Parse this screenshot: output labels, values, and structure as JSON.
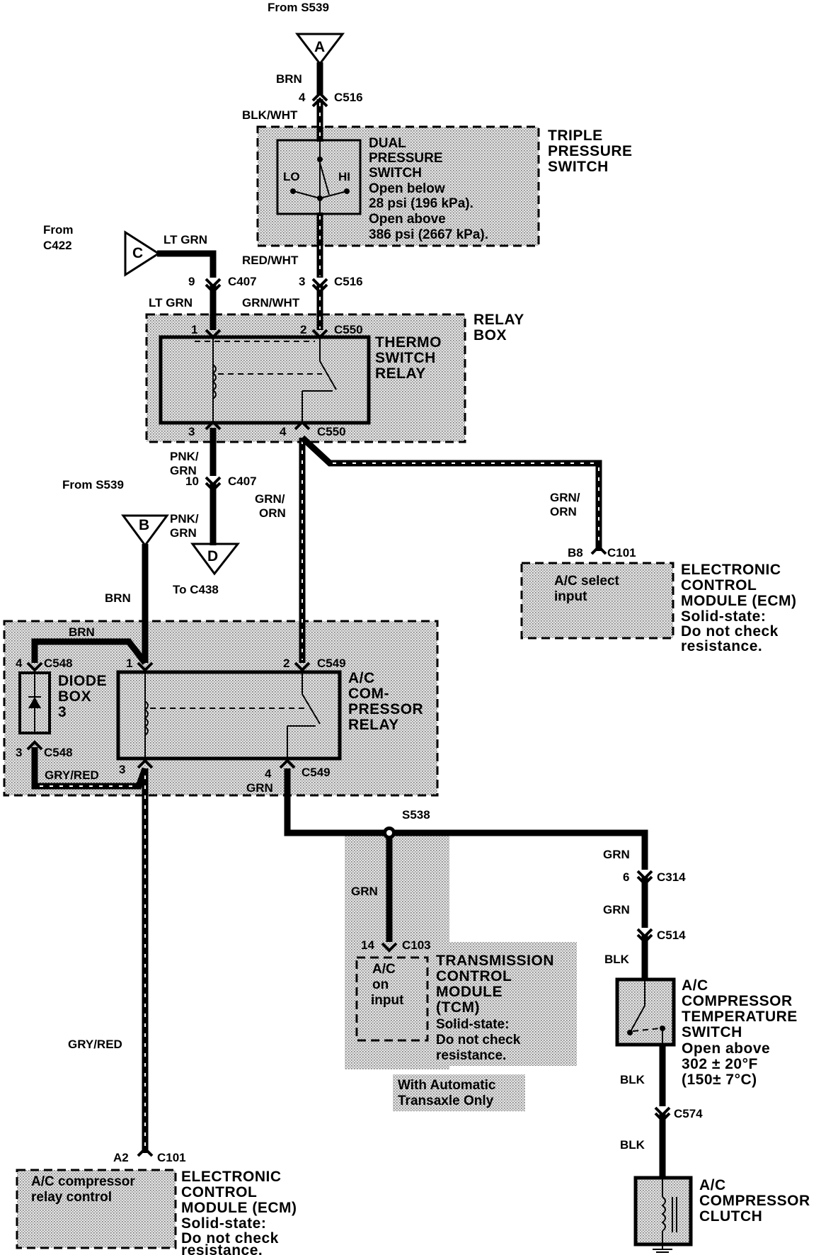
{
  "from_top": "From   S539",
  "from_c422_line1": "From",
  "from_c422_line2": "C422",
  "from_b": "From   S539",
  "to_c438": "To C438",
  "triangles": {
    "a": "A",
    "b": "B",
    "c": "C",
    "d": "D"
  },
  "wires": {
    "brn_top": "BRN",
    "blk_wht": "BLK/WHT",
    "lt_grn_c": "LT GRN",
    "red_wht": "RED/WHT",
    "lt_grn_relay": "LT GRN",
    "grn_wht": "GRN/WHT",
    "pnk_grn_1a": "PNK/",
    "pnk_grn_1b": "GRN",
    "pnk_grn_2a": "PNK/",
    "pnk_grn_2b": "GRN",
    "grn_orn_1a": "GRN/",
    "grn_orn_1b": "ORN",
    "grn_orn_2a": "GRN/",
    "grn_orn_2b": "ORN",
    "brn_b": "BRN",
    "brn_diode": "BRN",
    "gry_red_diode": "GRY/RED",
    "grn_relay": "GRN",
    "grn_tcm": "GRN",
    "grn_right_1": "GRN",
    "grn_right_2": "GRN",
    "blk_1": "BLK",
    "blk_2": "BLK",
    "blk_3": "BLK",
    "gry_red_long": "GRY/RED"
  },
  "connectors": {
    "c516_top": "C516",
    "c516_top_pin": "4",
    "c407_top": "C407",
    "c407_top_pin": "9",
    "c516_bot": "C516",
    "c516_bot_pin": "3",
    "c550_top": "C550",
    "c550_pin1": "1",
    "c550_pin2": "2",
    "c550_bot": "C550",
    "c550_pin3": "3",
    "c550_pin4": "4",
    "c407_bot": "C407",
    "c407_bot_pin": "10",
    "c101_ecm1": "C101",
    "c101_ecm1_pin": "B8",
    "c548_top": "C548",
    "c548_pin4": "4",
    "c548_bot": "C548",
    "c548_pin3": "3",
    "c549_top": "C549",
    "c549_pin1": "1",
    "c549_pin2": "2",
    "c549_bot": "C549",
    "c549_pin3": "3",
    "c549_pin4": "4",
    "s538": "S538",
    "c103": "C103",
    "c103_pin": "14",
    "c314": "C314",
    "c314_pin": "6",
    "c514": "C514",
    "c574": "C574",
    "c101_ecm2": "C101",
    "c101_ecm2_pin": "A2"
  },
  "triple_pressure_switch": [
    "TRIPLE",
    "PRESSURE",
    "SWITCH"
  ],
  "dual_pressure_switch": [
    "DUAL",
    "PRESSURE",
    "SWITCH",
    "Open below",
    "28 psi (196 kPa).",
    "Open above",
    "386 psi (2667 kPa)."
  ],
  "switch_lo": "LO",
  "switch_hi": "HI",
  "relay_box": [
    "RELAY",
    "BOX"
  ],
  "thermo_switch_relay": [
    "THERMO",
    "SWITCH",
    "RELAY"
  ],
  "diode_box": [
    "DIODE",
    "BOX",
    "3"
  ],
  "ac_compressor_relay": [
    "A/C",
    "COM-",
    "PRESSOR",
    "RELAY"
  ],
  "ecm_top_input": [
    "A/C select",
    "input"
  ],
  "ecm_top": [
    "ELECTRONIC",
    "CONTROL",
    "MODULE (ECM)",
    "Solid-state:",
    "Do not check",
    "resistance."
  ],
  "tcm_input": [
    "A/C",
    "on",
    "input"
  ],
  "tcm": [
    "TRANSMISSION",
    "CONTROL",
    "MODULE",
    "(TCM)",
    "Solid-state:",
    "Do not check",
    "resistance."
  ],
  "auto_transaxle": [
    "With Automatic",
    "Transaxle Only"
  ],
  "temp_switch": [
    "A/C",
    "COMPRESSOR",
    "TEMPERATURE",
    "SWITCH",
    "Open above",
    "302 ± 20°F",
    "(150± 7°C)"
  ],
  "clutch": [
    "A/C",
    "COMPRESSOR",
    "CLUTCH"
  ],
  "ecm_bottom_input": [
    "A/C compressor",
    "relay control"
  ],
  "ecm_bottom": [
    "ELECTRONIC",
    "CONTROL",
    "MODULE (ECM)",
    "Solid-state:",
    "Do not check",
    "resistance."
  ]
}
